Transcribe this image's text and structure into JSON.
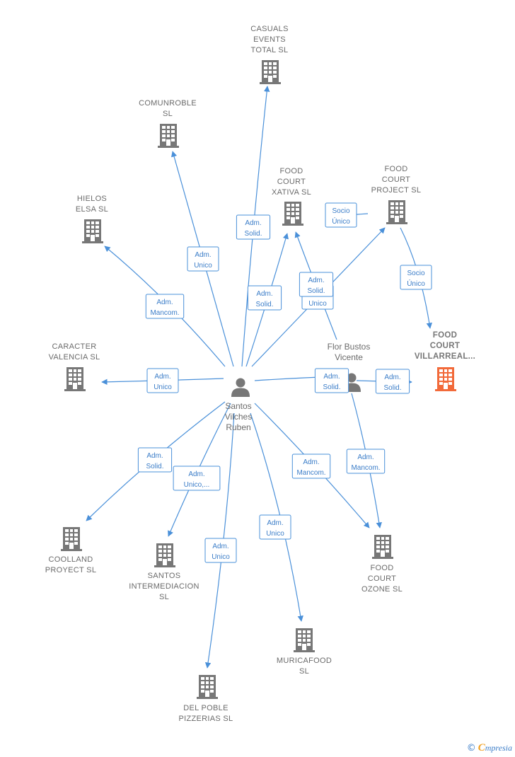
{
  "colors": {
    "edge": "#4a90d9",
    "node": "#777777",
    "focus_node": "#f26a3a"
  },
  "people": [
    {
      "id": "santos",
      "lines": [
        "Santos",
        "Vilches",
        "Ruben"
      ]
    },
    {
      "id": "flor",
      "lines": [
        "Flor Bustos",
        "Vicente"
      ]
    }
  ],
  "companies": [
    {
      "id": "casuals",
      "lines": [
        "CASUALS",
        "EVENTS",
        "TOTAL  SL"
      ]
    },
    {
      "id": "comunroble",
      "lines": [
        "COMUNROBLE",
        "SL"
      ]
    },
    {
      "id": "hielos",
      "lines": [
        "HIELOS",
        "ELSA  SL"
      ]
    },
    {
      "id": "fc_xativa",
      "lines": [
        "FOOD",
        "COURT",
        "XATIVA  SL"
      ]
    },
    {
      "id": "fc_project",
      "lines": [
        "FOOD",
        "COURT",
        "PROJECT  SL"
      ]
    },
    {
      "id": "fc_villarreal",
      "lines": [
        "FOOD",
        "COURT",
        "VILLARREAL..."
      ],
      "focus": true
    },
    {
      "id": "caracter",
      "lines": [
        "CARACTER",
        "VALENCIA  SL"
      ]
    },
    {
      "id": "coolland",
      "lines": [
        "COOLLAND",
        "PROYECT  SL"
      ]
    },
    {
      "id": "santos_int",
      "lines": [
        "SANTOS",
        "INTERMEDIACION",
        "SL"
      ]
    },
    {
      "id": "del_poble",
      "lines": [
        "DEL POBLE",
        "PIZZERIAS  SL"
      ]
    },
    {
      "id": "muricafood",
      "lines": [
        "MURICAFOOD",
        "SL"
      ]
    },
    {
      "id": "fc_ozone",
      "lines": [
        "FOOD",
        "COURT",
        "OZONE  SL"
      ]
    }
  ],
  "relations": [
    {
      "from": "santos",
      "to": "casuals",
      "lines": [
        "Adm.",
        "Solid."
      ]
    },
    {
      "from": "santos",
      "to": "comunroble",
      "lines": [
        "Adm.",
        "Unico"
      ]
    },
    {
      "from": "santos",
      "to": "hielos",
      "lines": [
        "Adm.",
        "Mancom."
      ]
    },
    {
      "from": "santos",
      "to": "fc_xativa",
      "lines": [
        "Adm.",
        "Solid."
      ]
    },
    {
      "from": "santos",
      "to": "fc_project",
      "lines": [
        "Adm.",
        "Unico"
      ]
    },
    {
      "from": "flor",
      "to": "fc_xativa",
      "lines": [
        "Adm.",
        "Solid."
      ]
    },
    {
      "from": "fc_project",
      "to": "fc_xativa",
      "lines": [
        "Socio",
        "Único"
      ]
    },
    {
      "from": "fc_project",
      "to": "fc_villarreal",
      "lines": [
        "Socio",
        "Único"
      ]
    },
    {
      "from": "santos",
      "to": "caracter",
      "lines": [
        "Adm.",
        "Unico"
      ]
    },
    {
      "from": "santos",
      "to": "flor",
      "lines": [
        "Adm.",
        "Solid."
      ]
    },
    {
      "from": "flor",
      "to": "fc_villarreal",
      "lines": [
        "Adm.",
        "Solid."
      ]
    },
    {
      "from": "santos",
      "to": "coolland",
      "lines": [
        "Adm.",
        "Solid."
      ]
    },
    {
      "from": "santos",
      "to": "santos_int",
      "lines": [
        "Adm.",
        "Unico,..."
      ]
    },
    {
      "from": "santos",
      "to": "del_poble",
      "lines": [
        "Adm.",
        "Unico"
      ]
    },
    {
      "from": "santos",
      "to": "muricafood",
      "lines": [
        "Adm.",
        "Unico"
      ]
    },
    {
      "from": "santos",
      "to": "fc_ozone",
      "lines": [
        "Adm.",
        "Mancom."
      ]
    },
    {
      "from": "flor",
      "to": "fc_ozone",
      "lines": [
        "Adm.",
        "Mancom."
      ]
    }
  ],
  "footer": {
    "copyright": "©",
    "brand_first": "C",
    "brand_rest": "mpresia"
  }
}
